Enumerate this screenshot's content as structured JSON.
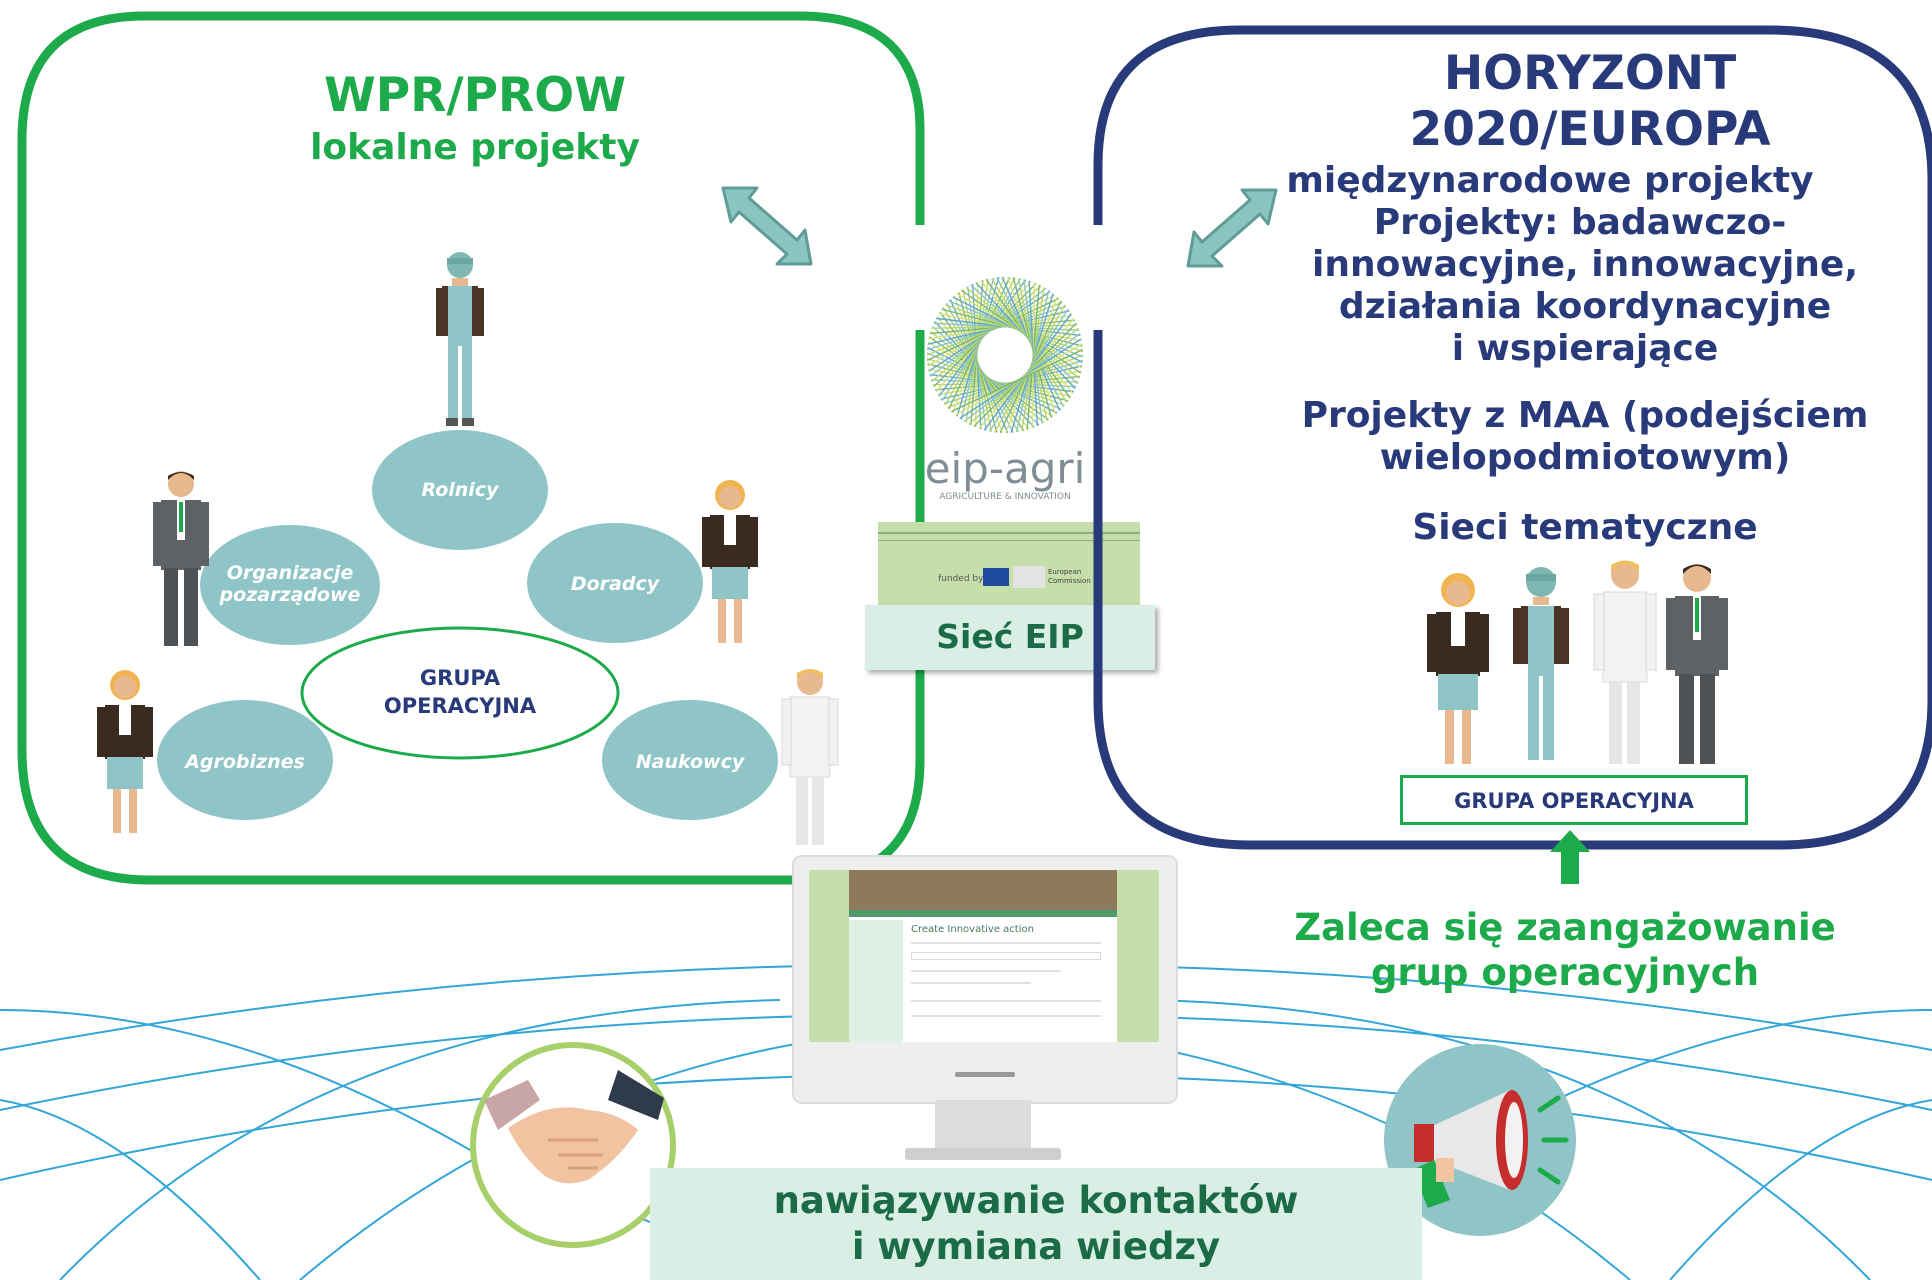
{
  "left_panel": {
    "title": "WPR/PROW",
    "subtitle": "lokalne projekty",
    "ovals": {
      "rolnicy": "Rolnicy",
      "organizacje_line1": "Organizacje",
      "organizacje_line2": "pozarządowe",
      "doradcy": "Doradcy",
      "agrobiznes": "Agrobiznes",
      "naukowcy": "Naukowcy"
    },
    "center_line1": "GRUPA",
    "center_line2": "OPERACYJNA"
  },
  "middle": {
    "logo_text": "eip-agri",
    "logo_tagline": "AGRICULTURE & INNOVATION",
    "funded_by": "funded by",
    "commission_line1": "European",
    "commission_line2": "Commission",
    "network_label": "Sieć EIP",
    "screen_heading": "Create Innovative action"
  },
  "right_panel": {
    "title_line1": "HORYZONT",
    "title_line2": "2020/EUROPA",
    "subtitle": "międzynarodowe projekty",
    "projects_line1": "Projekty: badawczo-",
    "projects_line2": "innowacyjne, innowacyjne,",
    "projects_line3": "działania koordynacyjne",
    "projects_line4": "i wspierające",
    "maa_line1": "Projekty z MAA (podejściem",
    "maa_line2": "wielopodmiotowym)",
    "networks": "Sieci tematyczne",
    "group_label": "GRUPA OPERACYJNA"
  },
  "recommend_line1": "Zaleca się zaangażowanie",
  "recommend_line2": "grup operacyjnych",
  "bottom_line1": "nawiązywanie kontaktów",
  "bottom_line2": "i wymiana wiedzy",
  "colors": {
    "green": "#1daa4b",
    "navy": "#283a7a",
    "teal": "#8fc5c6",
    "arrow": "#7fb8b3",
    "light_green_box": "#d9eee4"
  }
}
